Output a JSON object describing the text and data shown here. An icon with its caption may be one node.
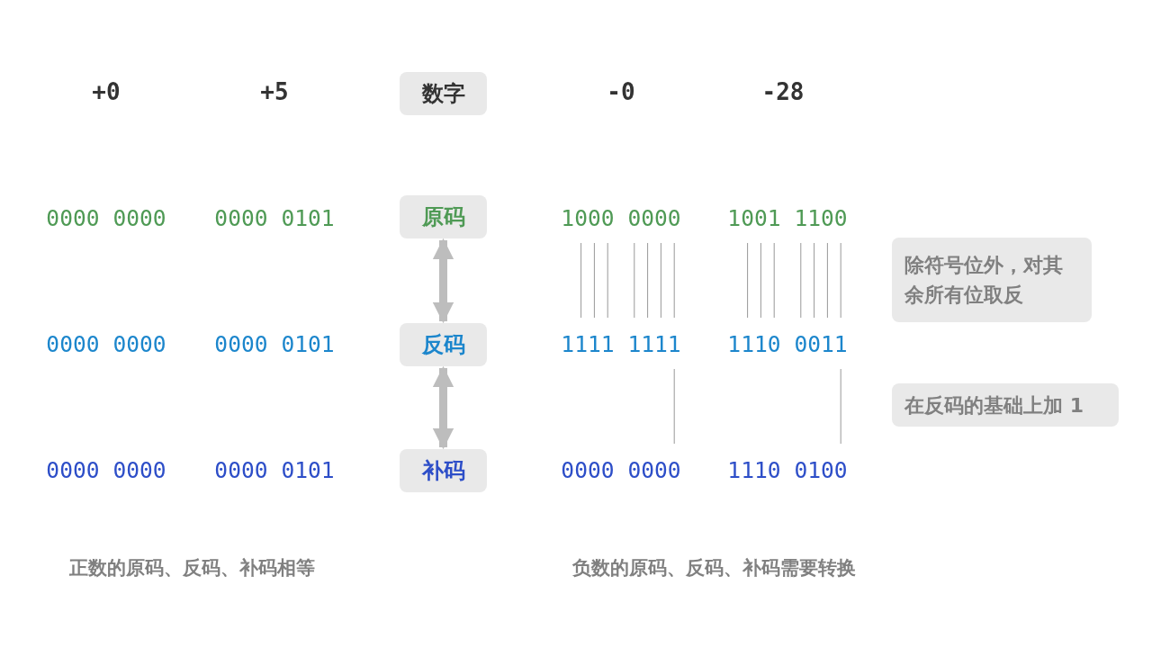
{
  "diagram": {
    "nodes": [
      {
        "text": [
          "数字"
        ]
      },
      {
        "text": [
          "原码"
        ]
      },
      {
        "text": [
          "反码"
        ]
      },
      {
        "text": [
          "补码"
        ]
      },
      {
        "text": [
          "除符号位外，对其余所有位取反"
        ]
      },
      {
        "text": [
          "在反码的基础上加 1"
        ]
      }
    ],
    "edges": [
      {
        "from": 1,
        "to": 2,
        "arrow": "both"
      },
      {
        "from": 2,
        "to": 3,
        "arrow": "both"
      }
    ],
    "labels": [
      "+0",
      "+5",
      "-0",
      "-28",
      "0000 0000",
      "0000 0101",
      "1000 0000",
      "1001 1100",
      "0000 0000",
      "0000 0101",
      "1111 1111",
      "1110 0011",
      "0000 0000",
      "0000 0101",
      "0000 0000",
      "1110 0100",
      "正数的原码、反码、补码相等",
      "负数的原码、反码、补码需要转换"
    ]
  }
}
